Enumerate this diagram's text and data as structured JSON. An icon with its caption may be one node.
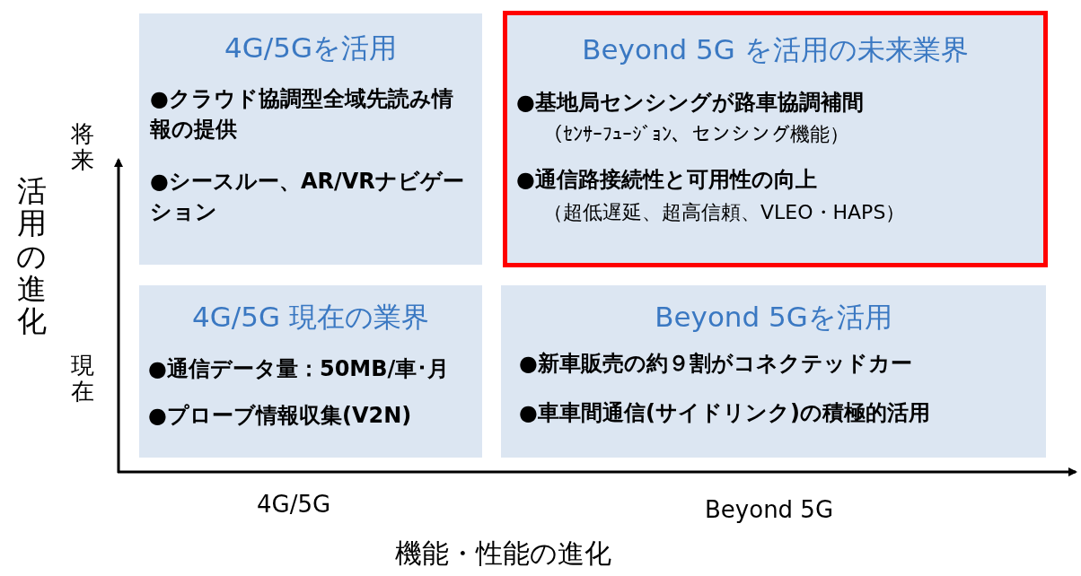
{
  "diagram": {
    "nodes": [
      {
        "text": [
          "4G/5Gを活用",
          "●クラウド協調型全域先読み情報の提供",
          "●シースルー、AR/VRナビゲーション"
        ]
      },
      {
        "text": [
          "Beyond 5G を活用の未来業界",
          "●基地局センシングが路車協調補間",
          "（ｾﾝｻｰﾌｭｰｼﾞｮﾝ、センシング機能）",
          "●通信路接続性と可用性の向上",
          "（超低遅延、超高信頼、VLEO・HAPS）"
        ]
      },
      {
        "text": [
          "4G/5G 現在の業界",
          "●通信データ量：50MB/車･月",
          "●プローブ情報収集(V2N)"
        ]
      },
      {
        "text": [
          "Beyond 5Gを活用",
          "●新車販売の約９割がコネクテッドカー",
          "●車車間通信(サイドリンク)の積極的活用"
        ]
      }
    ],
    "labels": [
      "将来",
      "活用の進化",
      "現在",
      "4G/5G",
      "Beyond 5G",
      "機能・性能の進化"
    ]
  }
}
